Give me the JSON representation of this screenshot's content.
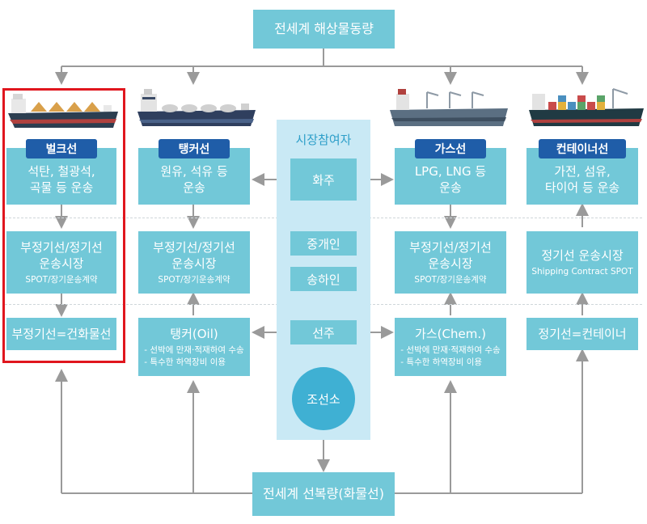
{
  "top": {
    "title": "전세계 해상물동량"
  },
  "bottom": {
    "title": "전세계 선복량(화물선)"
  },
  "market": {
    "title": "시장참여자",
    "shipper": "화주",
    "broker": "중개인",
    "consignee": "송하인",
    "shipowner": "선주",
    "shipbuilder": "조선소"
  },
  "columns": [
    {
      "tag": "벌크선",
      "cargo": "석탄, 철광석,\n곡물 등 운송",
      "market": "부정기선/정기선\n운송시장",
      "contract": "SPOT/장기운송계약",
      "type": "부정기선=건화물선",
      "notes": []
    },
    {
      "tag": "탱커선",
      "cargo": "원유, 석유 등\n운송",
      "market": "부정기선/정기선\n운송시장",
      "contract": "SPOT/장기운송계약",
      "type": "탱커(Oil)",
      "notes": [
        "선박에 만재·적재하여 수송",
        "특수한 하역장비 이용"
      ]
    },
    {
      "tag": "가스선",
      "cargo": "LPG, LNG 등\n운송",
      "market": "부정기선/정기선\n운송시장",
      "contract": "SPOT/장기운송계약",
      "type": "가스(Chem.)",
      "notes": [
        "선박에 만재·적재하여 수송",
        "특수한 하역장비 이용"
      ]
    },
    {
      "tag": "컨테이너선",
      "cargo": "가전, 섬유,\n타이어 등 운송",
      "market": "정기선 운송시장",
      "contract": "Shipping Contract SPOT",
      "type": "정기선=컨테이너",
      "notes": []
    }
  ],
  "colors": {
    "box": "#72c8d8",
    "tag": "#1f5da8",
    "panel": "#c9e9f5",
    "circle": "#3fb0d3",
    "line": "#9a9a9a",
    "highlight": "#e0161e"
  },
  "icons": [
    "bulk-ship-icon",
    "tanker-ship-icon",
    "gas-ship-icon",
    "container-ship-icon"
  ]
}
